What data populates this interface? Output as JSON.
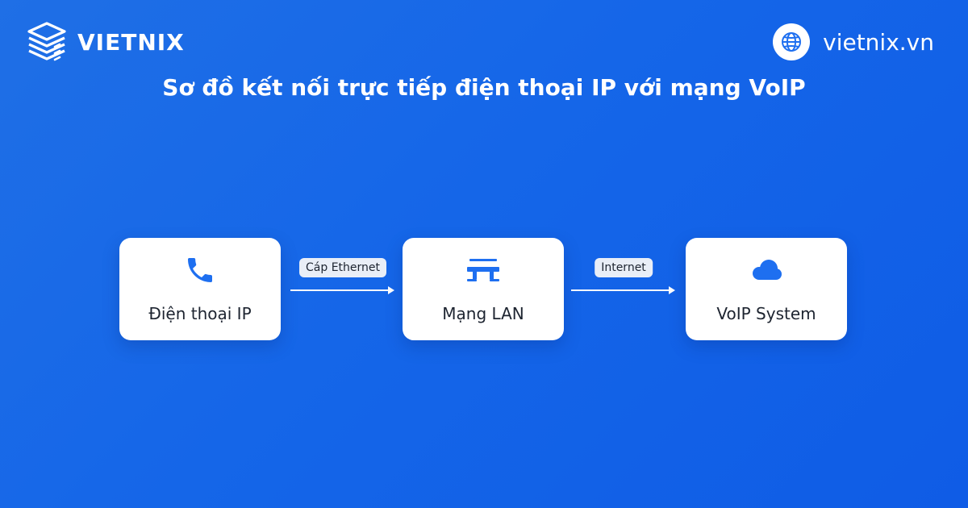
{
  "brand": {
    "name": "VIETNIX",
    "website": "vietnix.vn"
  },
  "title": "Sơ đồ kết nối trực tiếp điện thoại IP với mạng VoIP",
  "nodes": [
    {
      "label": "Điện thoại IP",
      "icon": "phone-icon"
    },
    {
      "label": "Mạng LAN",
      "icon": "network-icon"
    },
    {
      "label": "VoIP System",
      "icon": "cloud-icon"
    }
  ],
  "connectors": [
    {
      "label": "Cáp Ethernet"
    },
    {
      "label": "Internet"
    }
  ],
  "colors": {
    "background": "#1566e8",
    "accent": "#1e6ff0",
    "node_bg": "#ffffff",
    "label_bg": "#e9eef7"
  }
}
